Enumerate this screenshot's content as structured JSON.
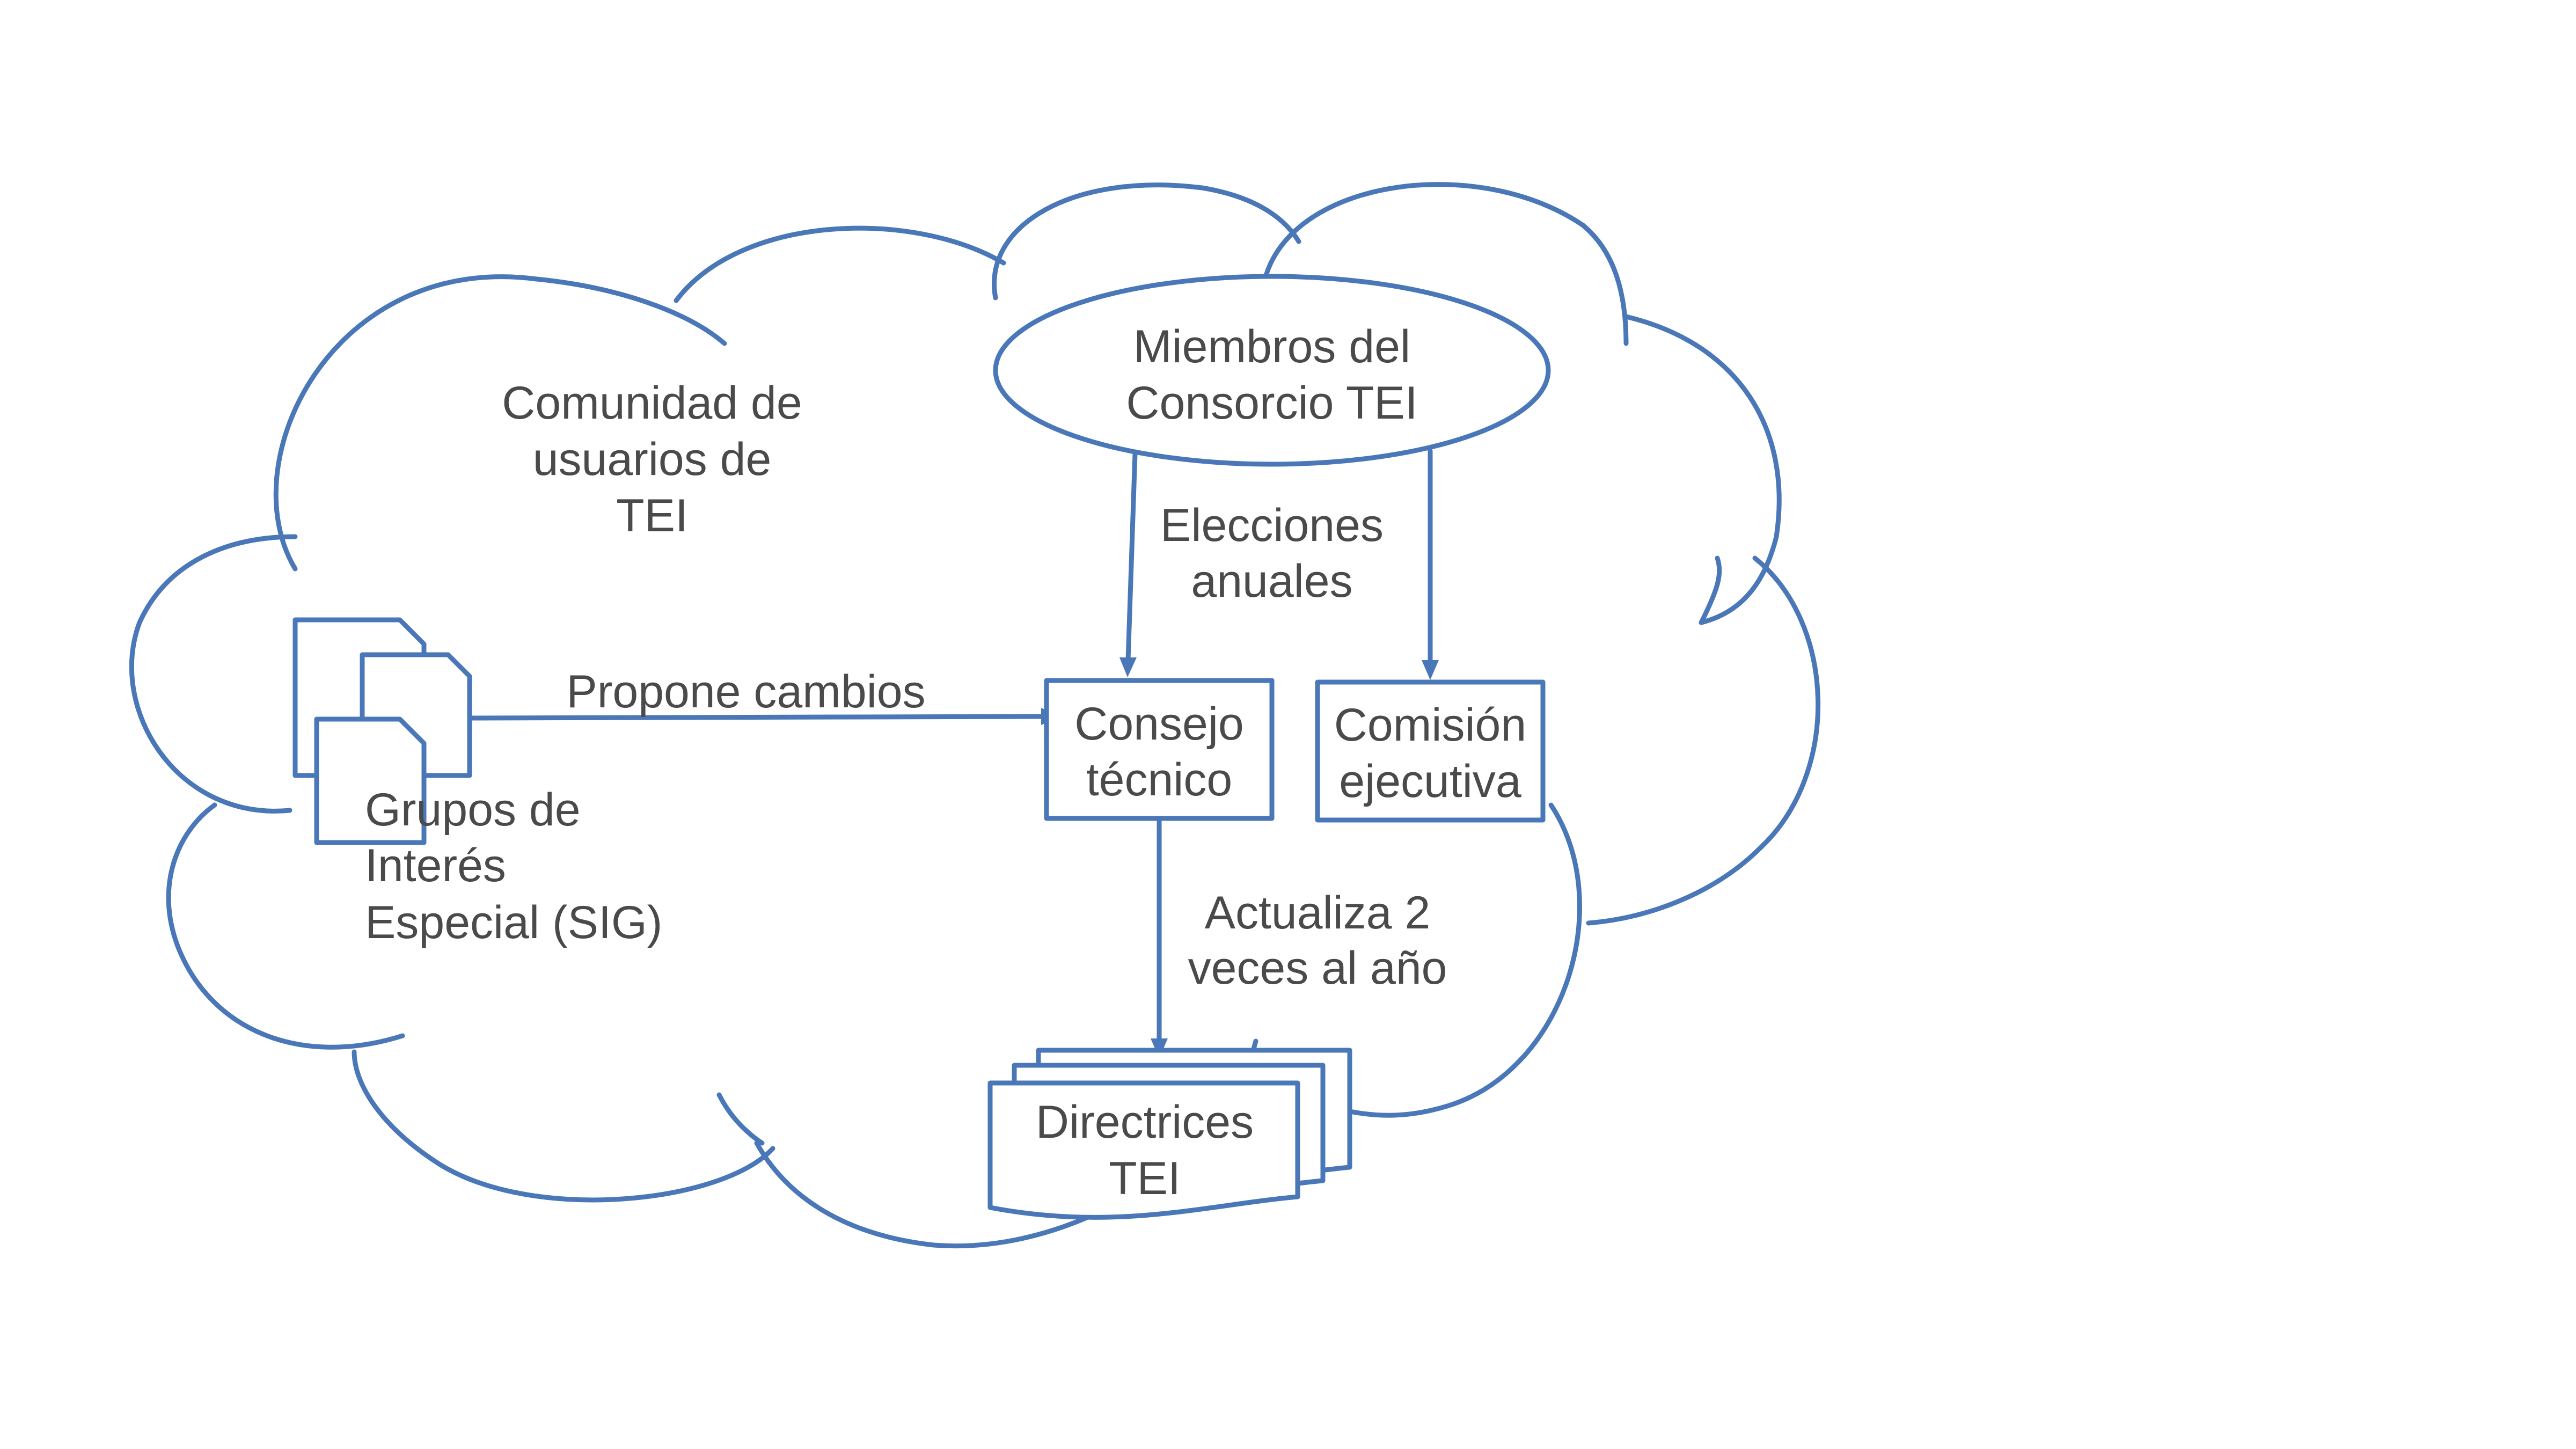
{
  "colors": {
    "line": "#4a77b8",
    "text": "#4a4a4a",
    "background": "#ffffff"
  },
  "community": {
    "line1": "Comunidad de",
    "line2": "usuarios de",
    "line3": "TEI"
  },
  "members": {
    "line1": "Miembros del",
    "line2": "Consorcio TEI"
  },
  "elections": {
    "line1": "Elecciones",
    "line2": "anuales"
  },
  "proposes": {
    "label": "Propone cambios"
  },
  "council": {
    "line1": "Consejo",
    "line2": "técnico"
  },
  "executive": {
    "line1": "Comisión",
    "line2": "ejecutiva"
  },
  "sig": {
    "line1": "Grupos de",
    "line2": "Interés",
    "line3": "Especial (SIG)"
  },
  "updates": {
    "line1": "Actualiza 2",
    "line2": "veces al año"
  },
  "guidelines": {
    "line1": "Directrices",
    "line2": "TEI"
  }
}
